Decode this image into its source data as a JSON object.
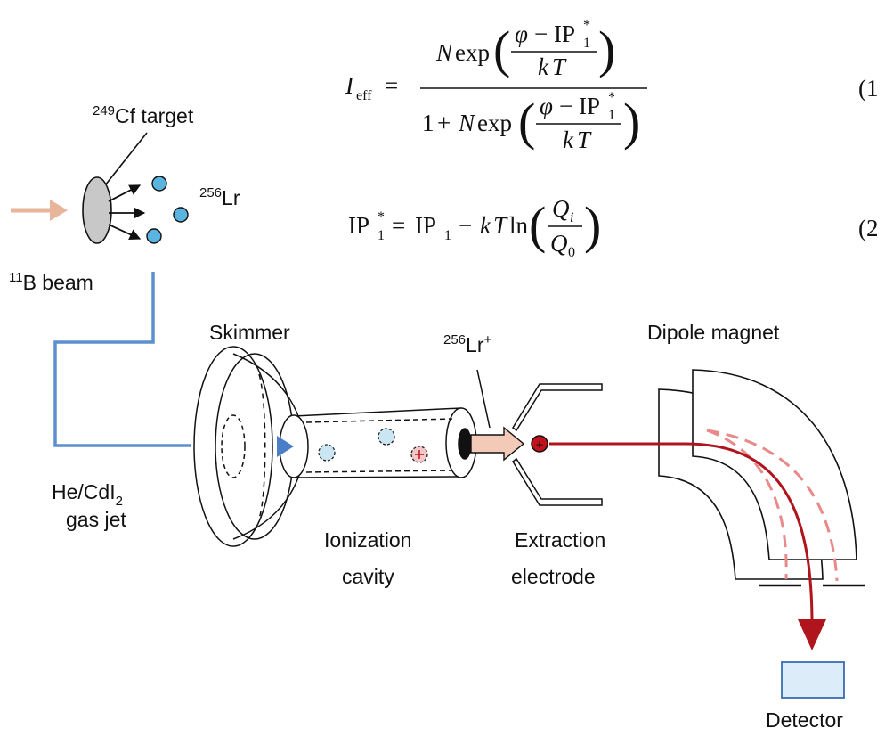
{
  "labels": {
    "target_mass": "249",
    "target_element": "Cf target",
    "product_mass": "256",
    "product_element": "Lr",
    "beam_mass": "11",
    "beam_element": "B beam",
    "skimmer": "Skimmer",
    "ion_mass": "256",
    "ion_element": "Lr",
    "ion_charge": "+",
    "dipole": "Dipole magnet",
    "gas_jet_line1": "He/CdI",
    "gas_jet_sub": "2",
    "gas_jet_line2": "gas jet",
    "cavity_line1": "Ionization",
    "cavity_line2": "cavity",
    "electrode_line1": "Extraction",
    "electrode_line2": "electrode",
    "detector": "Detector",
    "plus_sign": "+"
  },
  "equations": {
    "eq1": {
      "lhs": "I",
      "lhs_sub": "eff",
      "equals": "=",
      "N": "N",
      "exp": "exp",
      "phi": "φ",
      "minus": "−",
      "IP": "IP",
      "sub1": "1",
      "star": "*",
      "k": "k",
      "T": "T",
      "one": "1",
      "plus": "+",
      "number": "(1"
    },
    "eq2": {
      "IP": "IP",
      "sub1": "1",
      "star": "*",
      "equals": "=",
      "minus": "−",
      "k": "k",
      "T": "T",
      "ln": "ln",
      "Q": "Q",
      "sub_i": "i",
      "sub_0": "0",
      "number": "(2"
    }
  },
  "colors": {
    "beam_arrow": "#e8b49a",
    "gas_line": "#5b8fd0",
    "particle_blue": "#5ab4e0",
    "ion_red": "#c0121a",
    "path_red": "#b0141c",
    "dashed_pink": "#e88a8a",
    "detector_fill": "#dcecf8",
    "detector_stroke": "#3a6fb0",
    "target_fill": "#c8c8c8"
  }
}
